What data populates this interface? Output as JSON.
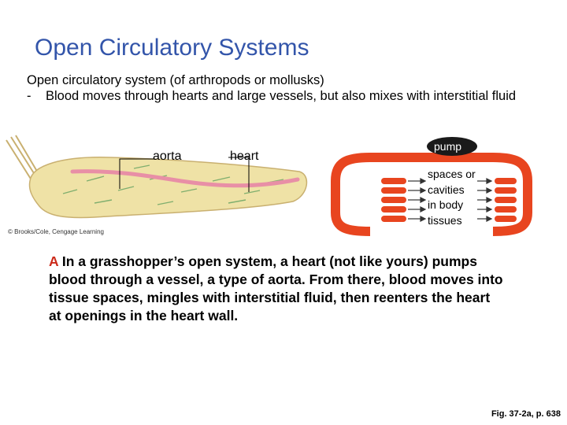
{
  "title": "Open Circulatory Systems",
  "intro": {
    "line1": "Open circulatory system (of arthropods or mollusks)",
    "bullet_dash": "-",
    "bullet": "Blood moves through hearts and large vessels, but also mixes with interstitial fluid"
  },
  "figure": {
    "labels": {
      "aorta": "aorta",
      "heart": "heart",
      "pump": "pump"
    },
    "spaces_lines": [
      "spaces or",
      "cavities",
      "in body",
      "tissues"
    ],
    "credit": "© Brooks/Cole, Cengage Learning",
    "colors": {
      "pump_loop": "#e8451f",
      "body": "#f0e3a8",
      "vessel": "#e88fa6",
      "arrow": "#333333"
    }
  },
  "caption": {
    "letter": "A",
    "text": " In a grasshopper’s open system, a heart (not like yours) pumps blood through a vessel, a type of aorta. From there, blood moves into tissue spaces, mingles with interstitial fluid, then reenters the heart at openings in the heart wall."
  },
  "fig_ref": "Fig. 37-2a, p. 638"
}
